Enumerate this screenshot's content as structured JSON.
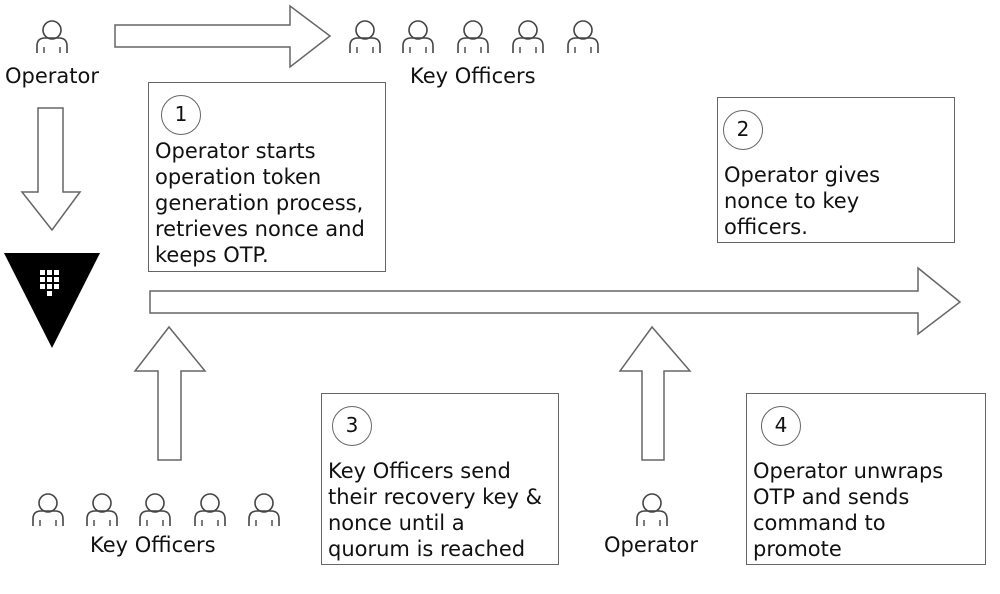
{
  "actors": {
    "operator_top": "Operator",
    "key_officers_top": "Key Officers",
    "key_officers_bottom": "Key Officers",
    "operator_bottom": "Operator"
  },
  "steps": [
    {
      "number": "1",
      "text": "Operator starts\noperation token\ngeneration process,\nretrieves nonce and\nkeeps OTP."
    },
    {
      "number": "2",
      "text": "Operator gives\nnonce to key\nofficers."
    },
    {
      "number": "3",
      "text": "Key Officers send\ntheir recovery key &\nnonce until a\nquorum is reached"
    },
    {
      "number": "4",
      "text": "Operator unwraps\nOTP and sends\ncommand to\npromote"
    }
  ],
  "icons": {
    "person": "person-outline-icon",
    "vault": "vault-logo-icon",
    "arrow": "hollow-arrow-icon"
  },
  "colors": {
    "stroke": "#666666",
    "text": "#111111",
    "logo": "#000000"
  }
}
